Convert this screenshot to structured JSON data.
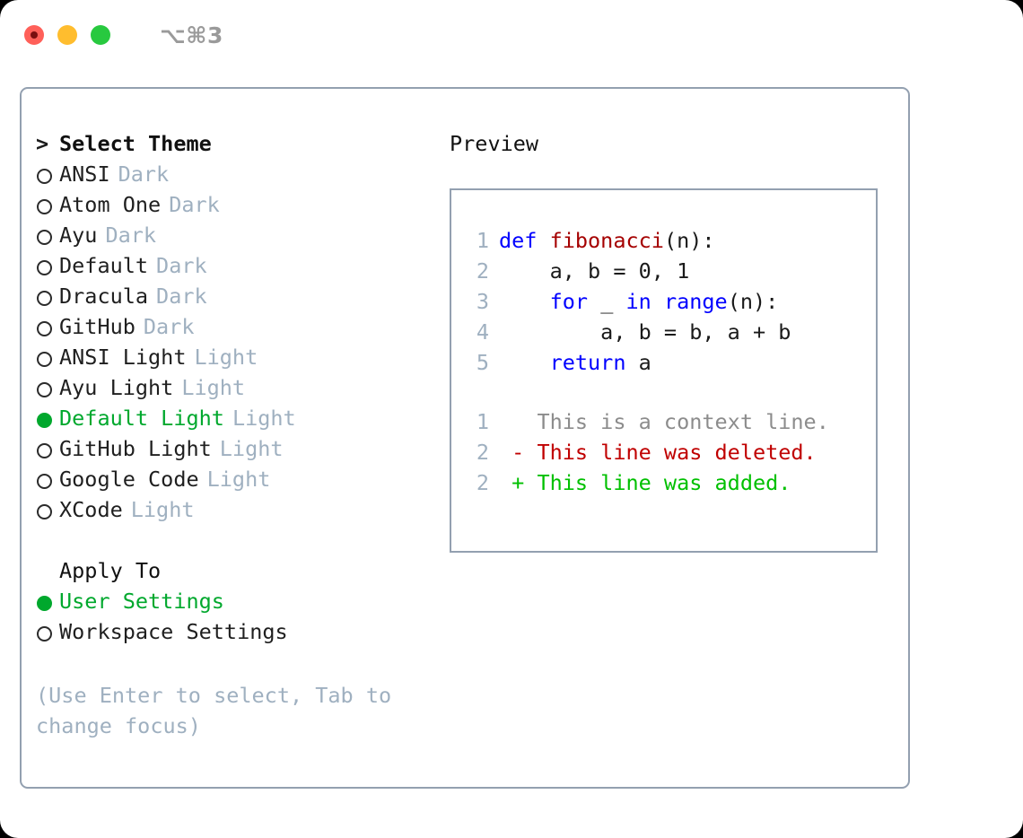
{
  "window": {
    "shortcut": "⌥⌘3",
    "traffic_lights": [
      "close-red",
      "minimize-yellow",
      "maximize-green"
    ]
  },
  "theme_picker": {
    "header_marker": ">",
    "header_label": "Select Theme",
    "items": [
      {
        "bullet": "○",
        "label": "ANSI",
        "tag": "Dark",
        "selected": false
      },
      {
        "bullet": "○",
        "label": "Atom One",
        "tag": "Dark",
        "selected": false
      },
      {
        "bullet": "○",
        "label": "Ayu",
        "tag": "Dark",
        "selected": false
      },
      {
        "bullet": "○",
        "label": "Default",
        "tag": "Dark",
        "selected": false
      },
      {
        "bullet": "○",
        "label": "Dracula",
        "tag": "Dark",
        "selected": false
      },
      {
        "bullet": "○",
        "label": "GitHub",
        "tag": "Dark",
        "selected": false
      },
      {
        "bullet": "○",
        "label": "ANSI Light",
        "tag": "Light",
        "selected": false
      },
      {
        "bullet": "○",
        "label": "Ayu Light",
        "tag": "Light",
        "selected": false
      },
      {
        "bullet": "●",
        "label": "Default Light",
        "tag": "Light",
        "selected": true
      },
      {
        "bullet": "○",
        "label": "GitHub Light",
        "tag": "Light",
        "selected": false
      },
      {
        "bullet": "○",
        "label": "Google Code",
        "tag": "Light",
        "selected": false
      },
      {
        "bullet": "○",
        "label": "XCode",
        "tag": "Light",
        "selected": false
      }
    ]
  },
  "apply_to": {
    "title": "Apply To",
    "items": [
      {
        "bullet": "●",
        "label": "User Settings",
        "selected": true
      },
      {
        "bullet": "○",
        "label": "Workspace Settings",
        "selected": false
      }
    ]
  },
  "hint": "(Use Enter to select, Tab to change focus)",
  "preview": {
    "title": "Preview",
    "code_lines": [
      {
        "no": "1",
        "tokens": [
          {
            "t": "def ",
            "c": "kw"
          },
          {
            "t": "fibonacci",
            "c": "fn"
          },
          {
            "t": "(n):",
            "c": "txt"
          }
        ]
      },
      {
        "no": "2",
        "tokens": [
          {
            "t": "    a, b = 0, 1",
            "c": "txt"
          }
        ]
      },
      {
        "no": "3",
        "tokens": [
          {
            "t": "    ",
            "c": "txt"
          },
          {
            "t": "for",
            "c": "kw"
          },
          {
            "t": " _ ",
            "c": "txt"
          },
          {
            "t": "in range",
            "c": "kw"
          },
          {
            "t": "(n):",
            "c": "txt"
          }
        ]
      },
      {
        "no": "4",
        "tokens": [
          {
            "t": "        a, b = b, a + b",
            "c": "txt"
          }
        ]
      },
      {
        "no": "5",
        "tokens": [
          {
            "t": "    ",
            "c": "txt"
          },
          {
            "t": "return",
            "c": "kw"
          },
          {
            "t": " a",
            "c": "txt"
          }
        ]
      }
    ],
    "diff_lines": [
      {
        "no": "1",
        "tokens": [
          {
            "t": "   This is a context line.",
            "c": "ctx"
          }
        ]
      },
      {
        "no": "2",
        "tokens": [
          {
            "t": " - This line was deleted.",
            "c": "del"
          }
        ]
      },
      {
        "no": "2",
        "tokens": [
          {
            "t": " + This line was added.",
            "c": "add"
          }
        ]
      }
    ]
  },
  "colors": {
    "accent_green": "#00a82d",
    "border": "#93a0b0",
    "muted": "#9fb0c0",
    "keyword": "#0000ff",
    "function": "#a50000",
    "diff_added": "#00c000",
    "diff_deleted": "#c00000"
  }
}
